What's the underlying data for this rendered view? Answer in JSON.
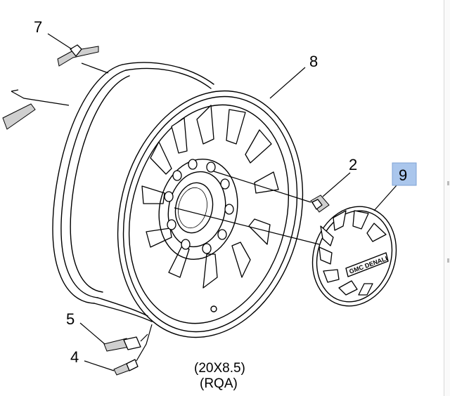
{
  "callouts": [
    {
      "id": "7",
      "label": "7"
    },
    {
      "id": "8",
      "label": "8"
    },
    {
      "id": "2",
      "label": "2"
    },
    {
      "id": "9",
      "label": "9",
      "highlighted": true
    },
    {
      "id": "5",
      "label": "5"
    },
    {
      "id": "4",
      "label": "4"
    }
  ],
  "wheel_spec": {
    "size": "(20X8.5)",
    "code": "(RQA)"
  },
  "center_cap_text": "GMC DENALI",
  "colors": {
    "highlight_fill": "#aac6ec",
    "highlight_border": "#7fa3d4",
    "line": "#000000"
  }
}
